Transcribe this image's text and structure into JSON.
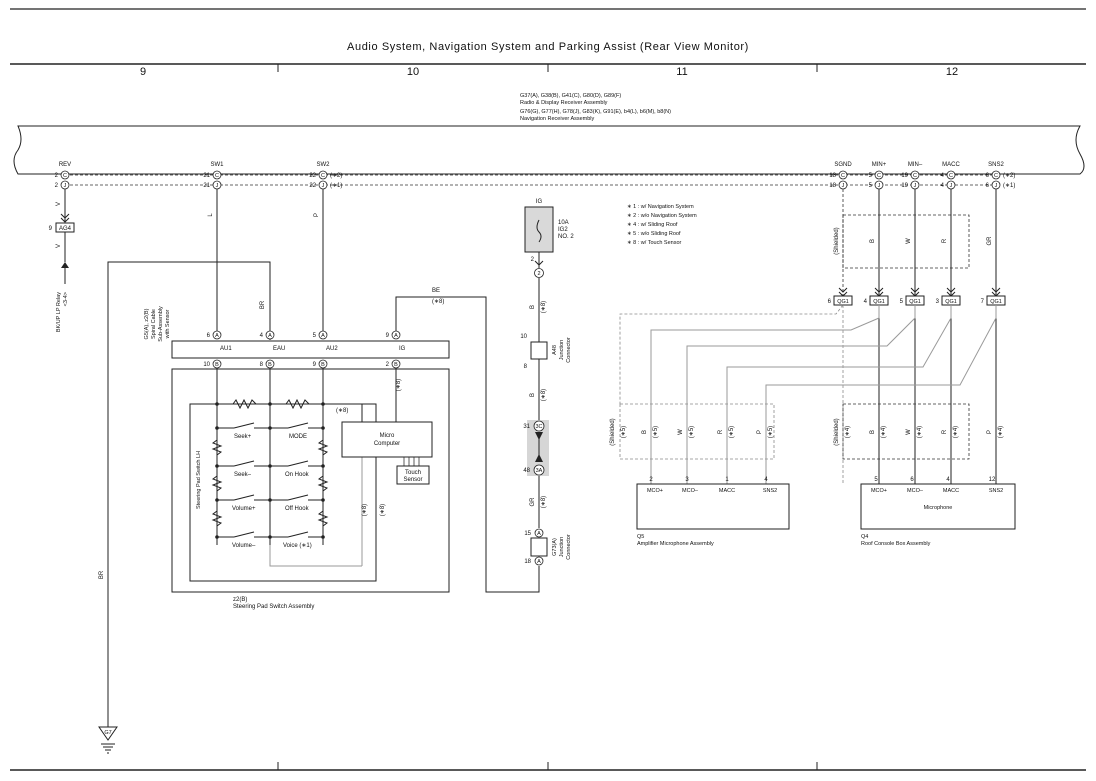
{
  "title": "Audio System,  Navigation System and Parking Assist (Rear View Monitor)",
  "columns": [
    "9",
    "10",
    "11",
    "12"
  ],
  "receiver": {
    "line1": "G37(A), G38(B), G41(C), G80(D), G89(F)",
    "line2": "Radio & Display Receiver Assembly",
    "line3": "G76(G), G77(H), G78(J), G83(K), G91(E), b4(L), b6(M), b8(N)",
    "line4": "Navigation Receiver Assembly"
  },
  "signals": [
    "REV",
    "SW1",
    "SW2",
    "SGND",
    "MIN+",
    "MIN–",
    "MACC",
    "SNS2"
  ],
  "pins": {
    "rev_c": "2",
    "rev_j": "2",
    "sw1_c": "21",
    "sw1_j": "21",
    "sw2_c": "22",
    "sw2_j": "22",
    "sgnd_c": "18",
    "sgnd_j": "18",
    "minp_c": "5",
    "minp_j": "5",
    "minm_c": "19",
    "minm_j": "19",
    "macc_c": "4",
    "macc_j": "4",
    "sns2_c": "6",
    "sns2_j": "6",
    "ag4": "9",
    "qg1_a": "6",
    "qg1_b": "4",
    "qg1_c": "5",
    "qg1_d": "3",
    "qg1_e": "7"
  },
  "connectors": {
    "c": "C",
    "j": "J"
  },
  "notes": {
    "x2": "(∗2)",
    "x1": "(∗1)",
    "x8": "(∗8)",
    "x4": "(∗4)",
    "x5": "(∗5)"
  },
  "legend": [
    "∗ 1 : w/ Navigation System",
    "∗ 2 : w/o Navigation System",
    "∗ 4 : w/ Sliding Roof",
    "∗ 5 : w/o Sliding Roof",
    "∗ 8 : w/ Touch Sensor"
  ],
  "wires": {
    "v": "V",
    "l": "L",
    "p": "P",
    "br": "BR",
    "be": "BE",
    "b": "B",
    "gr": "GR",
    "w": "W",
    "r": "R"
  },
  "ag4": "AG4",
  "qg1": "QG1",
  "bkup": {
    "line1": "BK/UP LP Relay",
    "line2": "<3-4>"
  },
  "spiral": {
    "line1": "G5(A), z2(B)",
    "line2": "Spiral Cable",
    "line3": "Sub-Assembly",
    "line4": "with Sensor",
    "pins_top": [
      "6",
      "4",
      "5",
      "9"
    ],
    "pins_bot": [
      "10",
      "8",
      "9",
      "2"
    ],
    "conn_a": "A",
    "conn_b": "B",
    "labels": [
      "AU1",
      "EAU",
      "AU2",
      "IG"
    ]
  },
  "steering": {
    "switches": [
      "Seek+",
      "MODE",
      "Seek–",
      "On Hook",
      "Volume+",
      "Off Hook",
      "Volume–",
      "Voice (∗1)"
    ],
    "side_label": "Steering Pad Switch LH",
    "micro": "Micro",
    "computer": "Computer",
    "touch1": "Touch",
    "touch2": "Sensor",
    "assy_code": "z2(B)",
    "assy_name": "Steering Pad Switch Assembly"
  },
  "fuse": {
    "top": "IG",
    "amps": "10A",
    "name": "IG2",
    "no": "NO. 2",
    "pin": "2",
    "conn": "2"
  },
  "a48": {
    "top": "10",
    "bot": "8",
    "name1": "A48",
    "name2": "Junction",
    "name3": "Connector"
  },
  "splice": {
    "p1": "31",
    "c1": "3C",
    "p2": "48",
    "c2": "3A"
  },
  "g73": {
    "p1": "15",
    "p2": "18",
    "conn": "A",
    "name1": "G73(A)",
    "name2": "Junction",
    "name3": "Connector"
  },
  "shielded": "(Shielded)",
  "amp": {
    "pins": [
      "2",
      "3",
      "1",
      "4"
    ],
    "labels": [
      "MCO+",
      "MCO–",
      "MACC",
      "SNS2"
    ],
    "code": "Q5",
    "name": "Amplifier Microphone Assembly"
  },
  "roof": {
    "pins": [
      "5",
      "6",
      "4",
      "12"
    ],
    "labels": [
      "MCO+",
      "MCO–",
      "MACC",
      "SNS2"
    ],
    "inner": "Microphone",
    "code": "Q4",
    "name": "Roof Console Box Assembly"
  },
  "ground": "G7"
}
